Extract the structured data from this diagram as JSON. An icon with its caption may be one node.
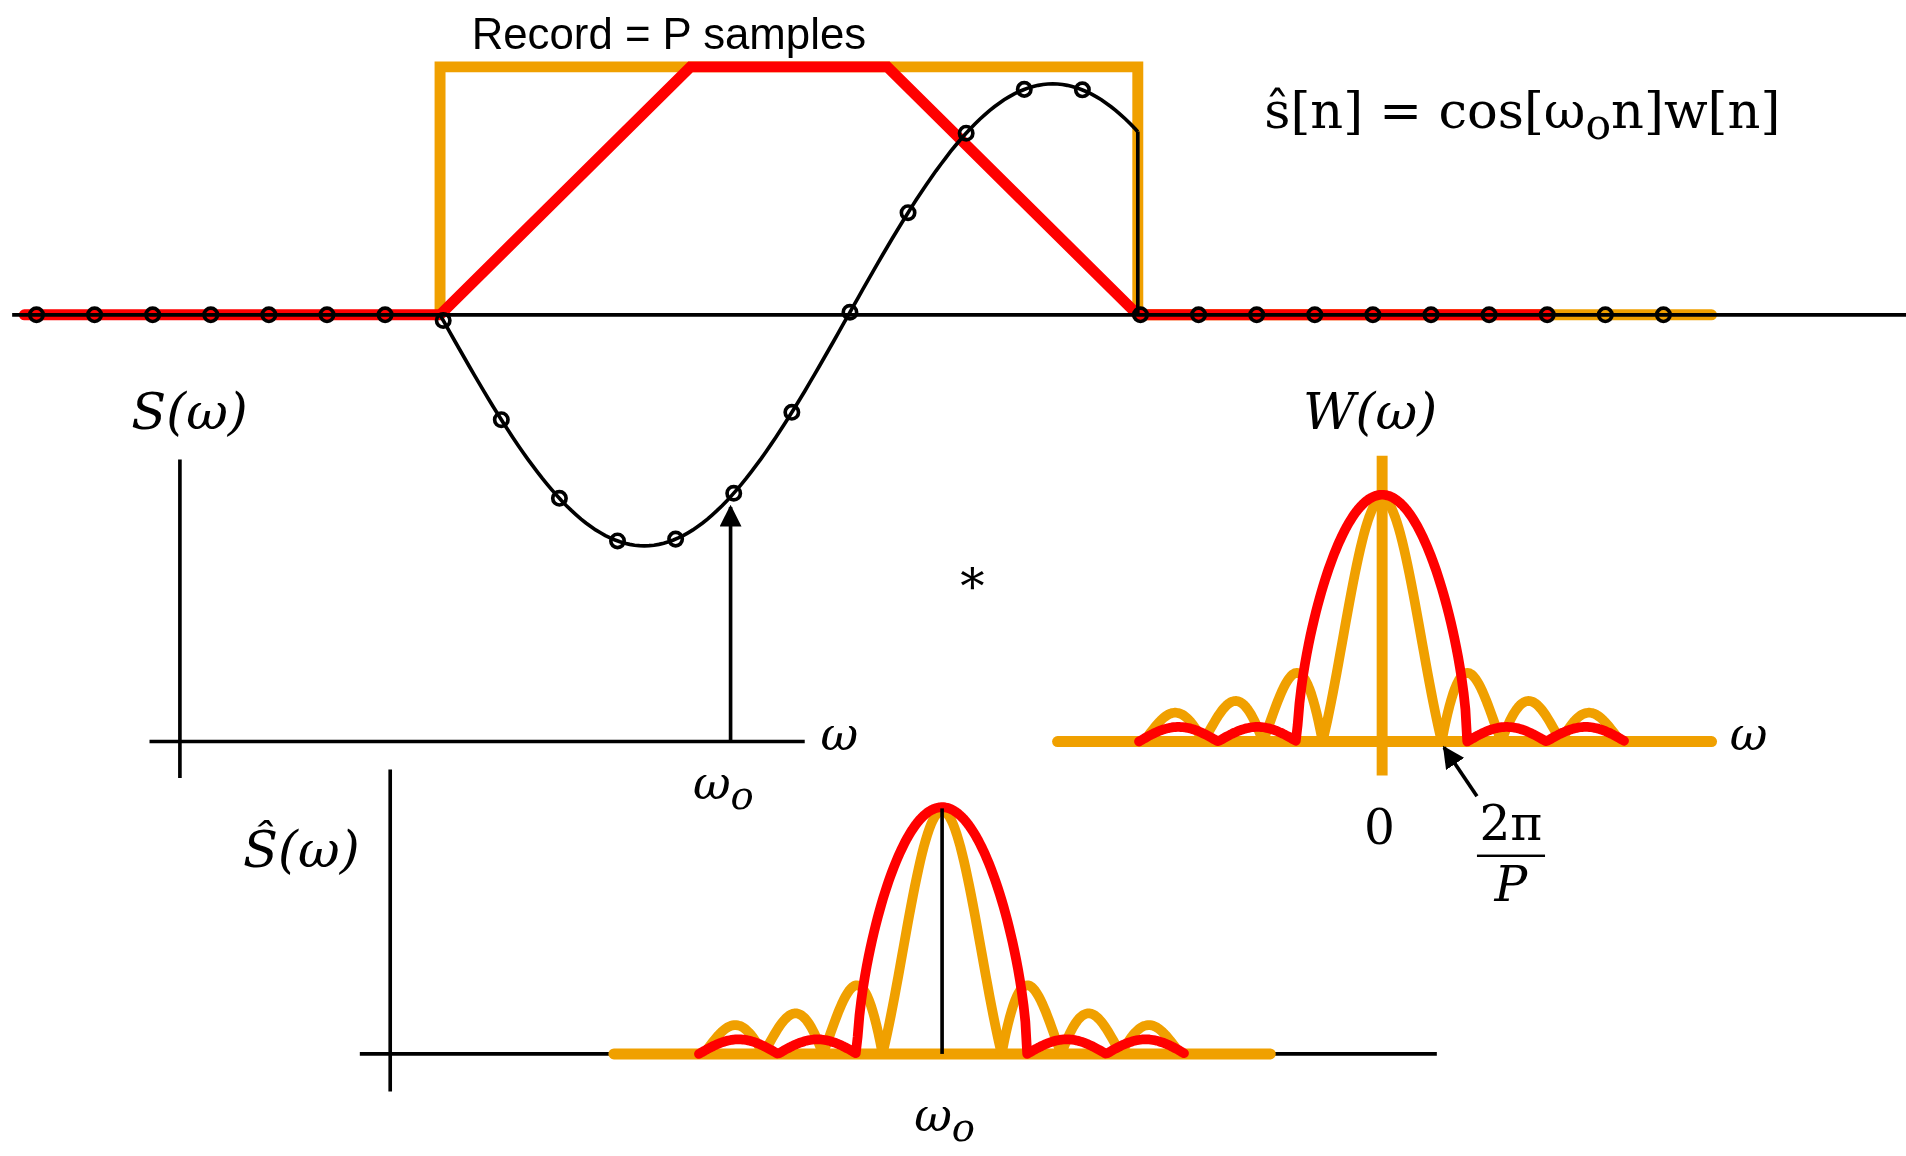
{
  "diagram": {
    "nodes": [
      {
        "text": [
          "2π",
          "P"
        ]
      },
      {
        "text": [],
        "shape": "curve"
      }
    ],
    "edges": [
      {
        "from": 0,
        "to": 1,
        "arrow": "to"
      }
    ],
    "labels": [
      "Record = P samples",
      "ŝ[n] = cos[ω$_{o}$n]w[n]",
      "S(ω)",
      "W(ω)",
      "*",
      "ω",
      "ω",
      "ω$_{o}$",
      "0",
      "Ŝ(ω)",
      "ω$_{o}$"
    ]
  }
}
